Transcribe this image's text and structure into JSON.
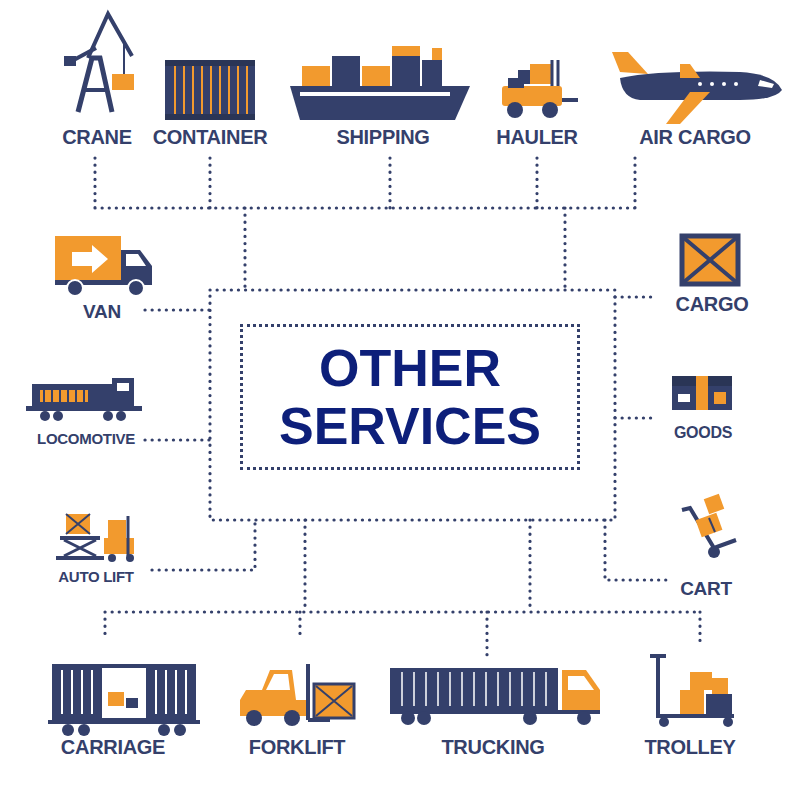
{
  "diagram": {
    "nodes": [
      {
        "text": [
          "OTHER SERVICES"
        ]
      }
    ],
    "labels": [
      "CRANE",
      "CONTAINER",
      "SHIPPING",
      "HAULER",
      "AIR CARGO",
      "VAN",
      "CARGO",
      "LOCOMOTIVE",
      "GOODS",
      "AUTO LIFT",
      "CART",
      "CARRIAGE",
      "FORKLIFT",
      "TRUCKING",
      "TROLLEY"
    ]
  }
}
